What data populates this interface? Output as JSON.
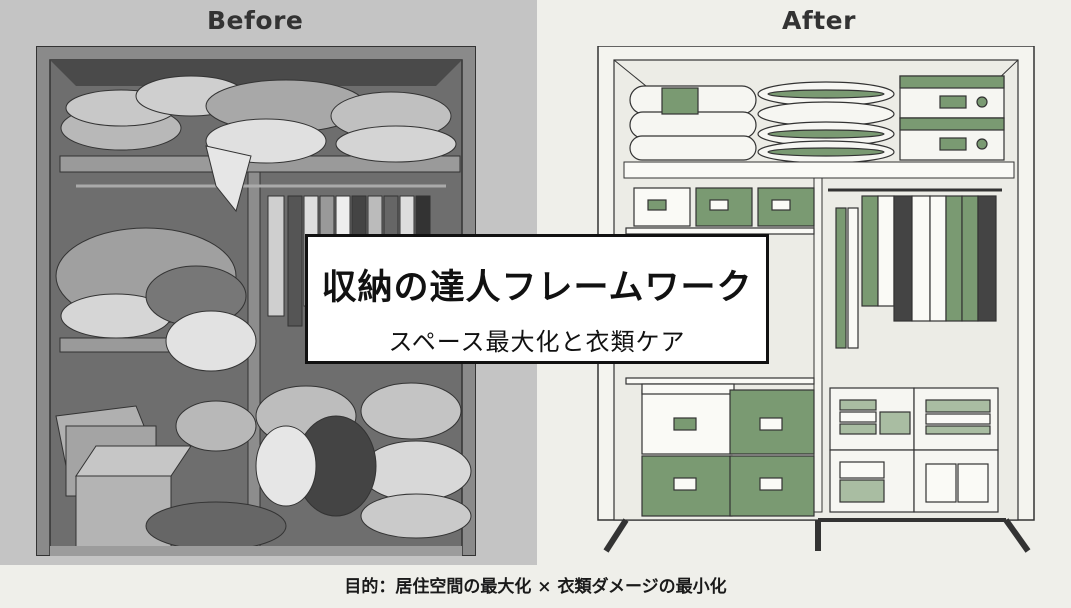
{
  "panels": {
    "before": {
      "label": "Before",
      "background": "#c4c4c4"
    },
    "after": {
      "label": "After",
      "background": "#efefea",
      "accent": "#7a9a72"
    }
  },
  "title_card": {
    "title": "収納の達人フレームワーク",
    "subtitle": "スペース最大化と衣類ケア"
  },
  "footer": {
    "text": "目的：居住空間の最大化 × 衣類ダメージの最小化"
  }
}
